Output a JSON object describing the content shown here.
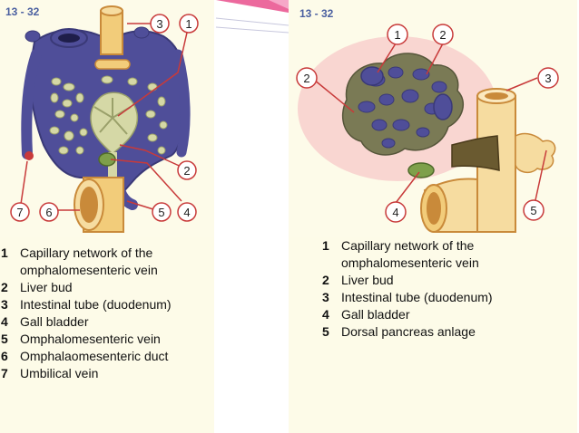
{
  "left_figure": {
    "figure_label": "13 - 32",
    "callouts": [
      "1",
      "2",
      "3",
      "4",
      "5",
      "6",
      "7"
    ],
    "legend": [
      {
        "num": "1",
        "text": "Capillary network of the omphalomesenteric vein"
      },
      {
        "num": "2",
        "text": "Liver bud"
      },
      {
        "num": "3",
        "text": "Intestinal tube (duodenum)"
      },
      {
        "num": "4",
        "text": "Gall bladder"
      },
      {
        "num": "5",
        "text": "Omphalomesenteric vein"
      },
      {
        "num": "6",
        "text": "Omphalaomesenteric duct"
      },
      {
        "num": "7",
        "text": "Umbilical vein"
      }
    ]
  },
  "right_figure": {
    "figure_label": "13 - 32",
    "callouts": [
      "1",
      "2",
      "2",
      "3",
      "4",
      "5"
    ],
    "legend": [
      {
        "num": "1",
        "text": "Capillary network of the omphalomesenteric vein"
      },
      {
        "num": "2",
        "text": "Liver bud"
      },
      {
        "num": "3",
        "text": "Intestinal tube (duodenum)"
      },
      {
        "num": "4",
        "text": "Gall bladder"
      },
      {
        "num": "5",
        "text": "Dorsal pancreas anlage"
      }
    ]
  },
  "colors": {
    "vein": "#4f4e99",
    "vein_outline": "#3a3977",
    "liver": "#d5d8a6",
    "liver_outline": "#9aa06a",
    "intestine": "#f2cc7a",
    "intestine_dark": "#c98a3a",
    "callout_ring": "#c83a3a",
    "figure_label": "#4a5fa0",
    "panel_bg": "#fdfbe8",
    "pink_deco": "#e94f8c"
  }
}
